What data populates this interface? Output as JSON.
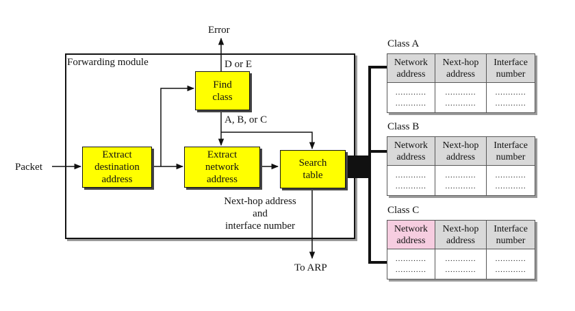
{
  "module": {
    "title": "Forwarding module"
  },
  "nodes": {
    "extract_destination": [
      "Extract",
      "destination",
      "address"
    ],
    "find_class": [
      "Find",
      "class"
    ],
    "extract_network": [
      "Extract",
      "network",
      "address"
    ],
    "search_table": [
      "Search",
      "table"
    ]
  },
  "labels": {
    "packet": "Packet",
    "error": "Error",
    "d_or_e": "D or E",
    "abc": "A, B, or C",
    "next_hop_line1": "Next-hop address",
    "next_hop_line2": "and",
    "next_hop_line3": "interface number",
    "to_arp": "To ARP"
  },
  "tables": [
    {
      "title": "Class A",
      "headers": [
        [
          "Network",
          "address"
        ],
        [
          "Next-hop",
          "address"
        ],
        [
          "Interface",
          "number"
        ]
      ],
      "highlight": null,
      "rows": [
        [
          "............",
          "............",
          "............"
        ],
        [
          "............",
          "............",
          "............"
        ]
      ]
    },
    {
      "title": "Class B",
      "headers": [
        [
          "Network",
          "address"
        ],
        [
          "Next-hop",
          "address"
        ],
        [
          "Interface",
          "number"
        ]
      ],
      "highlight": null,
      "rows": [
        [
          "............",
          "............",
          "............"
        ],
        [
          "............",
          "............",
          "............"
        ]
      ]
    },
    {
      "title": "Class C",
      "headers": [
        [
          "Network",
          "address"
        ],
        [
          "Next-hop",
          "address"
        ],
        [
          "Interface",
          "number"
        ]
      ],
      "highlight": 0,
      "rows": [
        [
          "............",
          "............",
          "............"
        ],
        [
          "............",
          "............",
          "............"
        ]
      ]
    }
  ],
  "colors": {
    "process_fill": "#ffff00",
    "header_fill": "#d9d9d9",
    "highlight_fill": "#f6cde0"
  }
}
